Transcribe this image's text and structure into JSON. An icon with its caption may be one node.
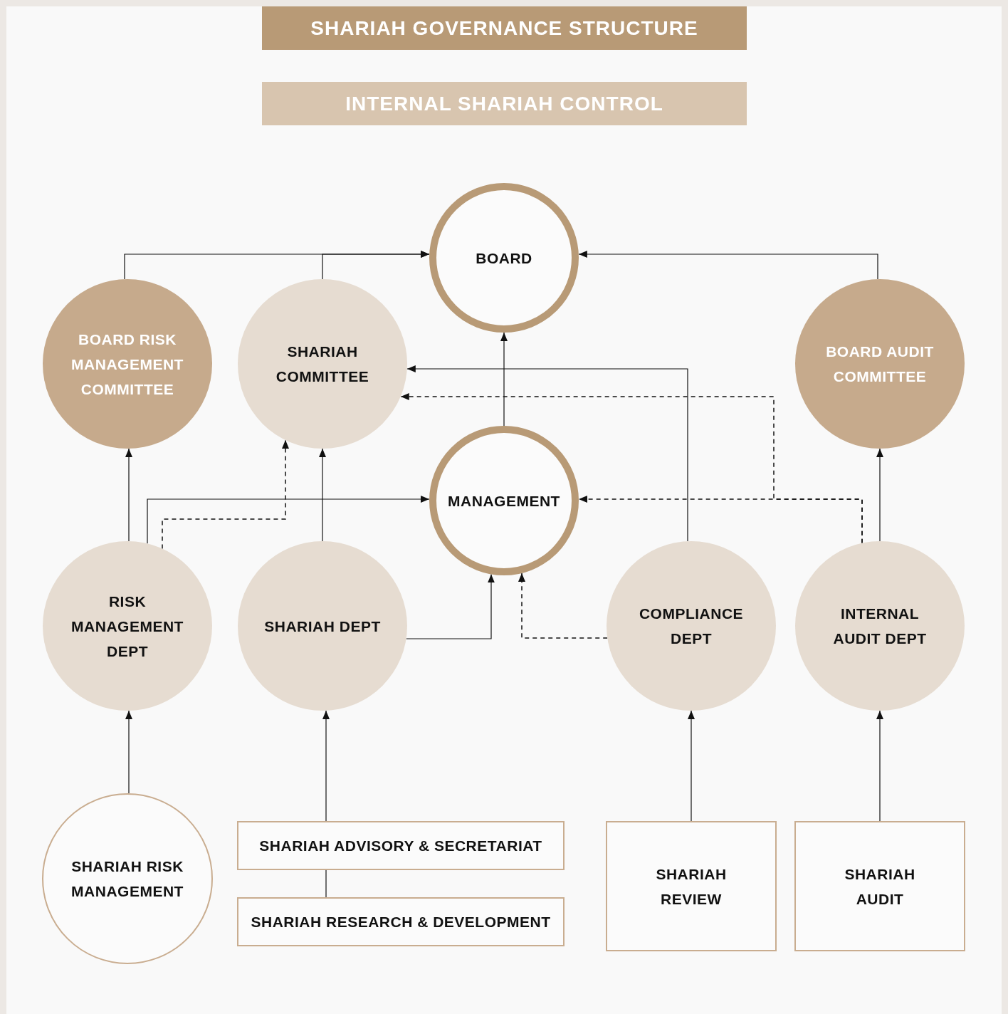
{
  "diagram": {
    "title": "SHARIAH GOVERNANCE STRUCTURE",
    "nodes": [
      {
        "text": [
          "INTERNAL SHARIAH CONTROL"
        ]
      },
      {
        "text": [
          "BOARD"
        ]
      },
      {
        "text": [
          "BOARD RISK MANAGEMENT COMMITTEE"
        ]
      },
      {
        "text": [
          "SHARIAH COMMITTEE"
        ]
      },
      {
        "text": [
          "BOARD AUDIT COMMITTEE"
        ]
      },
      {
        "text": [
          "MANAGEMENT"
        ]
      },
      {
        "text": [
          "RISK MANAGEMENT DEPT"
        ]
      },
      {
        "text": [
          "SHARIAH DEPT"
        ]
      },
      {
        "text": [
          "COMPLIANCE DEPT"
        ]
      },
      {
        "text": [
          "INTERNAL AUDIT DEPT"
        ]
      },
      {
        "text": [
          "SHARIAH RISK MANAGEMENT"
        ]
      },
      {
        "text": [
          "SHARIAH ADVISORY & SECRETARIAT"
        ]
      },
      {
        "text": [
          "SHARIAH RESEARCH & DEVELOPMENT"
        ]
      },
      {
        "text": [
          "SHARIAH REVIEW"
        ]
      },
      {
        "text": [
          "SHARIAH AUDIT"
        ]
      }
    ],
    "edges": [
      {
        "from": 2,
        "to": 1,
        "arrow": "to"
      },
      {
        "from": 3,
        "to": 1,
        "arrow": "to"
      },
      {
        "from": 4,
        "to": 1,
        "arrow": "to"
      },
      {
        "from": 5,
        "to": 1,
        "arrow": "to"
      },
      {
        "from": 8,
        "to": 3,
        "arrow": "to"
      },
      {
        "from": 9,
        "to": 3,
        "arrow": "to",
        "style": "dashed"
      },
      {
        "from": 9,
        "to": 5,
        "arrow": "to",
        "style": "dashed"
      },
      {
        "from": 6,
        "to": 2,
        "arrow": "to"
      },
      {
        "from": 6,
        "to": 5,
        "arrow": "to"
      },
      {
        "from": 6,
        "to": 3,
        "arrow": "to",
        "style": "dashed"
      },
      {
        "from": 7,
        "to": 3,
        "arrow": "to"
      },
      {
        "from": 7,
        "to": 5,
        "arrow": "to"
      },
      {
        "from": 8,
        "to": 5,
        "arrow": "to",
        "style": "dashed"
      },
      {
        "from": 9,
        "to": 4,
        "arrow": "to"
      },
      {
        "from": 10,
        "to": 6,
        "arrow": "to"
      },
      {
        "from": 11,
        "to": 7,
        "arrow": "to"
      },
      {
        "from": 12,
        "to": 11,
        "arrow": "none"
      },
      {
        "from": 13,
        "to": 8,
        "arrow": "to"
      },
      {
        "from": 14,
        "to": 9,
        "arrow": "to"
      }
    ]
  }
}
